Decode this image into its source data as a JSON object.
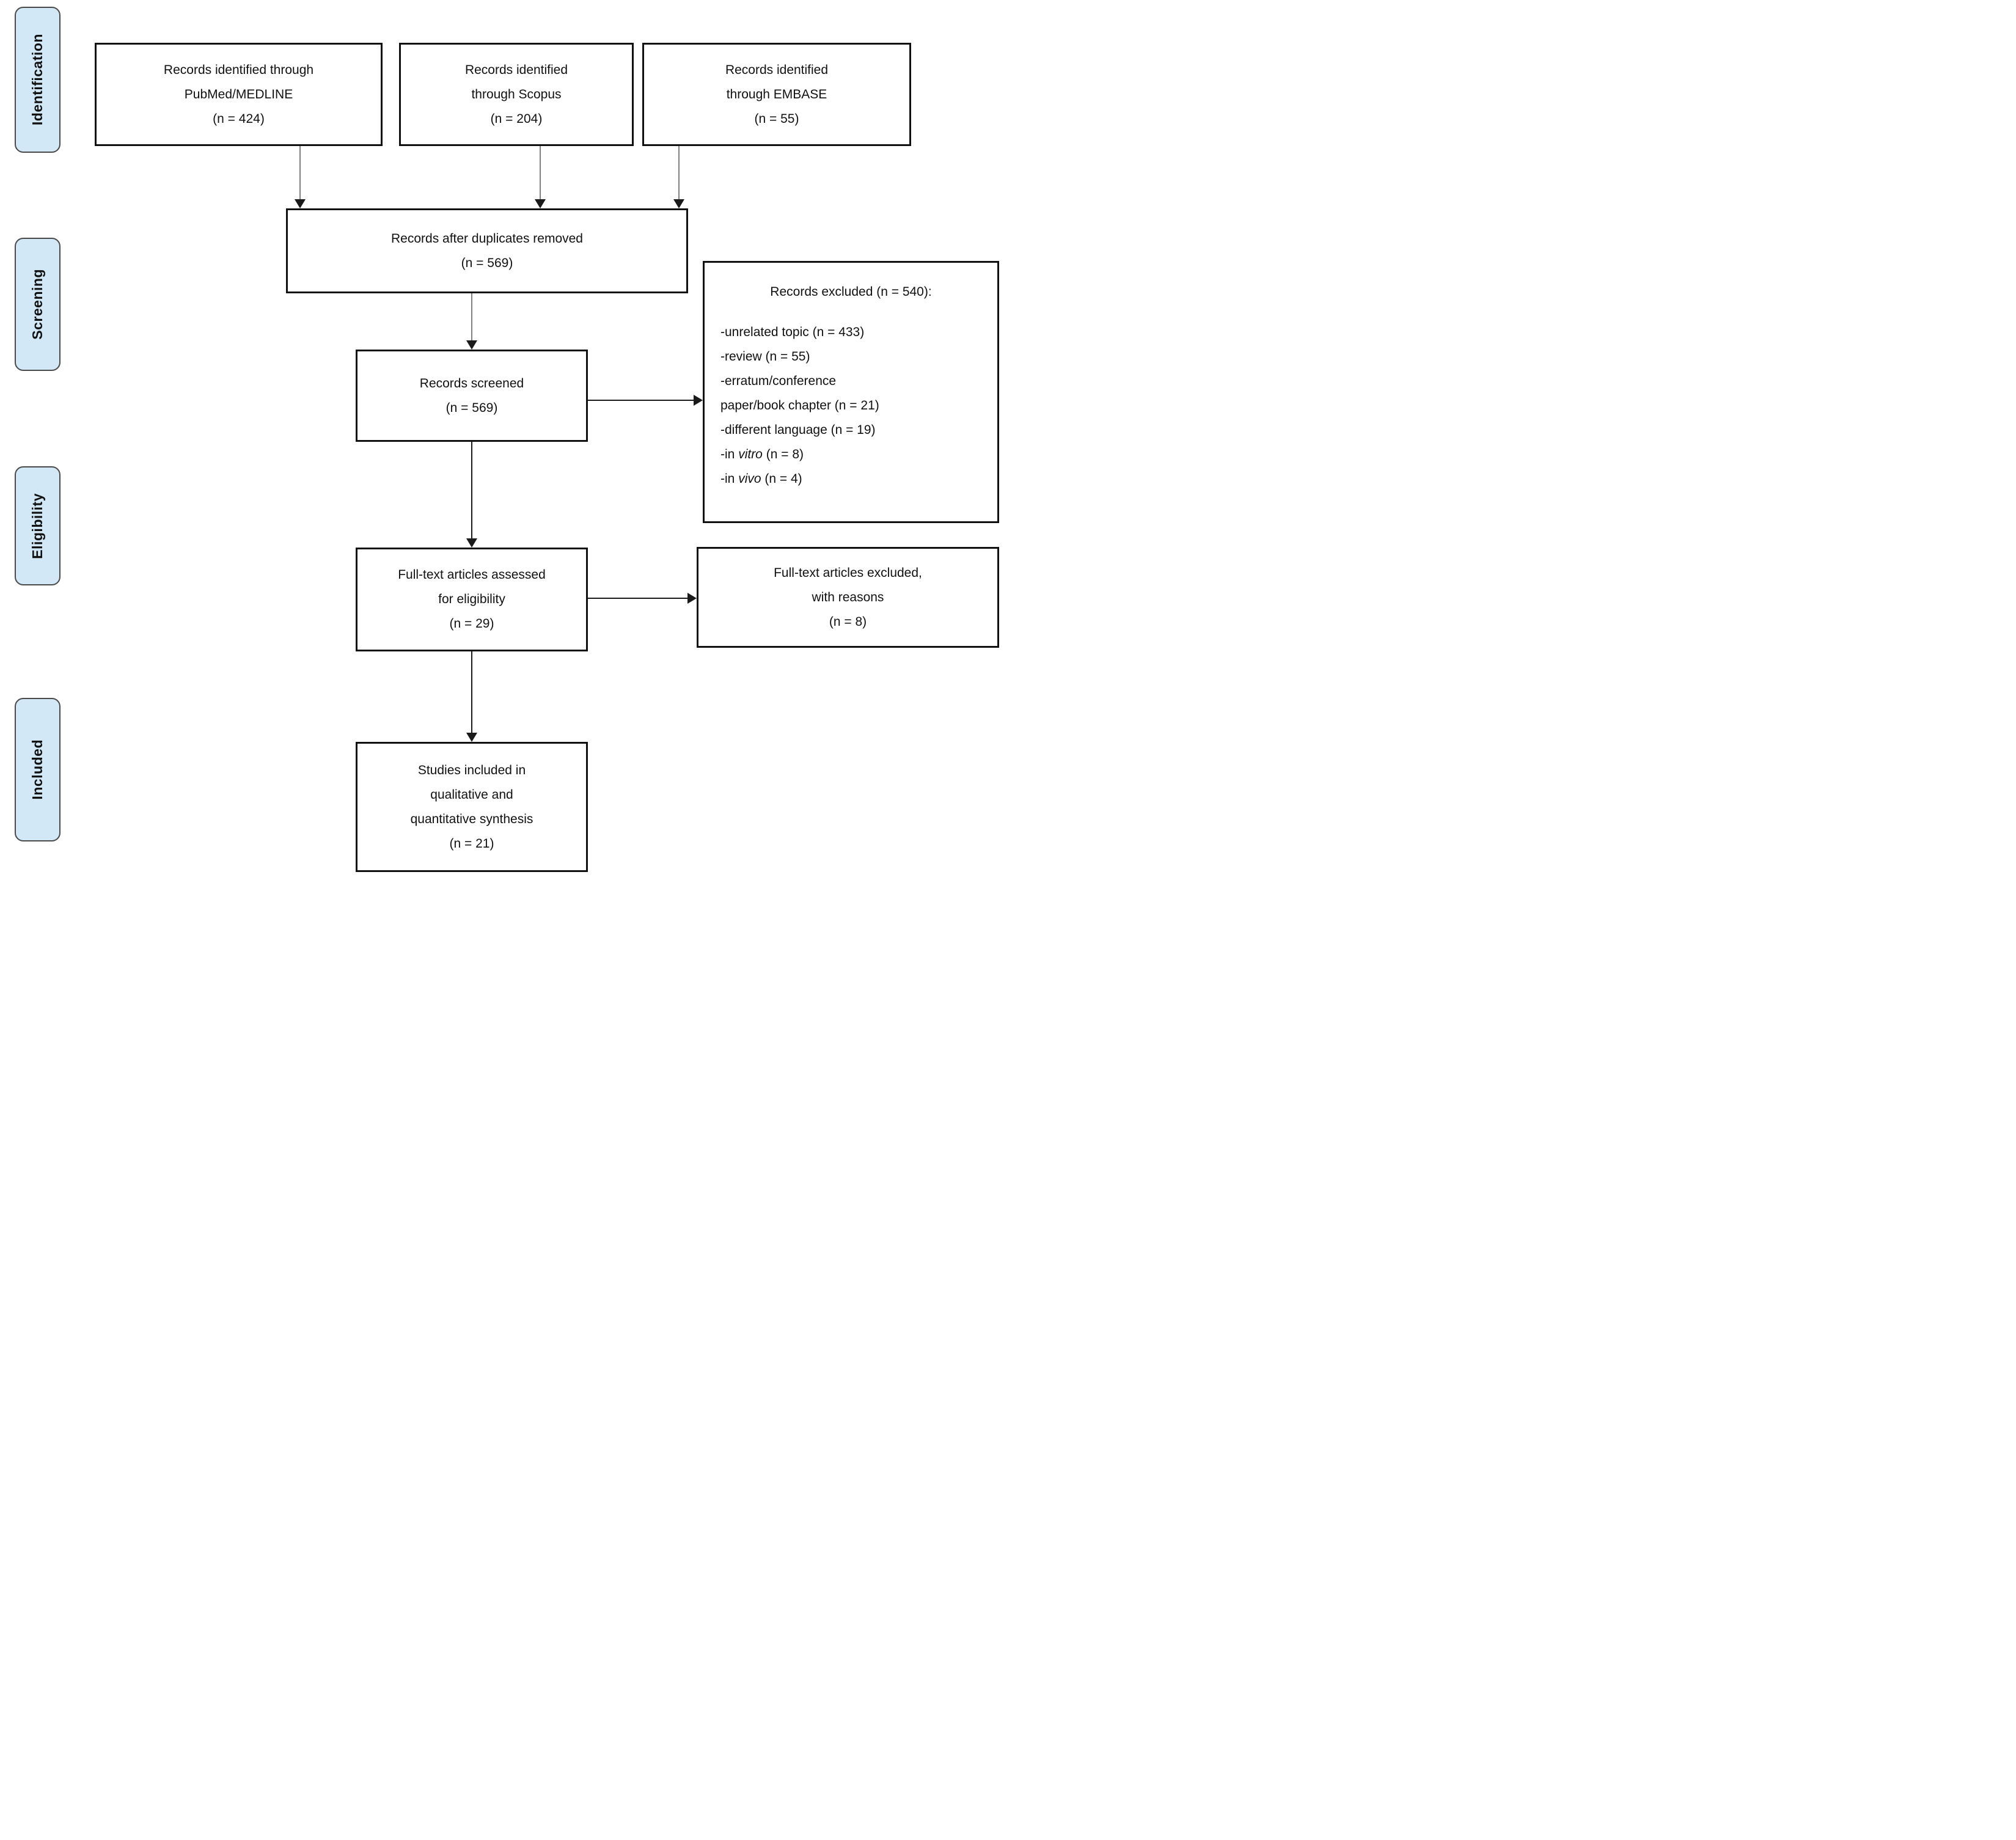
{
  "stages": [
    {
      "label": "Identification"
    },
    {
      "label": "Screening"
    },
    {
      "label": "Eligibility"
    },
    {
      "label": "Included"
    }
  ],
  "boxes": {
    "pubmed": {
      "lines": [
        "Records identified through",
        "PubMed/MEDLINE",
        "(n = 424)"
      ]
    },
    "scopus": {
      "lines": [
        "Records identified",
        "through Scopus",
        "(n = 204)"
      ]
    },
    "embase": {
      "lines": [
        "Records identified",
        "through EMBASE",
        "(n = 55)"
      ]
    },
    "duplicates": {
      "lines": [
        "Records after duplicates removed",
        "(n = 569)"
      ]
    },
    "screened": {
      "lines": [
        "Records screened",
        "(n = 569)"
      ]
    },
    "excluded": {
      "title": "Records excluded (n = 540):",
      "lines": [
        [
          {
            "t": "-unrelated topic (n = 433)"
          }
        ],
        [
          {
            "t": "-review (n = 55)"
          }
        ],
        [
          {
            "t": "-erratum/conference"
          }
        ],
        [
          {
            "t": "paper/book chapter (n = 21)"
          }
        ],
        [
          {
            "t": "-different language (n = 19)"
          }
        ],
        [
          {
            "t": "-in "
          },
          {
            "t": "vitro",
            "i": true
          },
          {
            "t": " (n = 8)"
          }
        ],
        [
          {
            "t": "-in "
          },
          {
            "t": "vivo",
            "i": true
          },
          {
            "t": " (n = 4)"
          }
        ]
      ]
    },
    "assessed": {
      "lines": [
        "Full-text articles assessed",
        "for eligibility",
        "(n = 29)"
      ]
    },
    "ft_excluded": {
      "lines": [
        "Full-text articles excluded,",
        "with reasons",
        "(n = 8)"
      ]
    },
    "included": {
      "lines": [
        "Studies included in",
        "qualitative and",
        "quantitative synthesis",
        "(n = 21)"
      ]
    }
  },
  "colors": {
    "stage_fill": "#d2e8f7",
    "stage_border": "#4a4a4a",
    "box_border": "#111111",
    "connector_gray": "#808080",
    "connector_black": "#1a1a1a",
    "text": "#111111"
  }
}
